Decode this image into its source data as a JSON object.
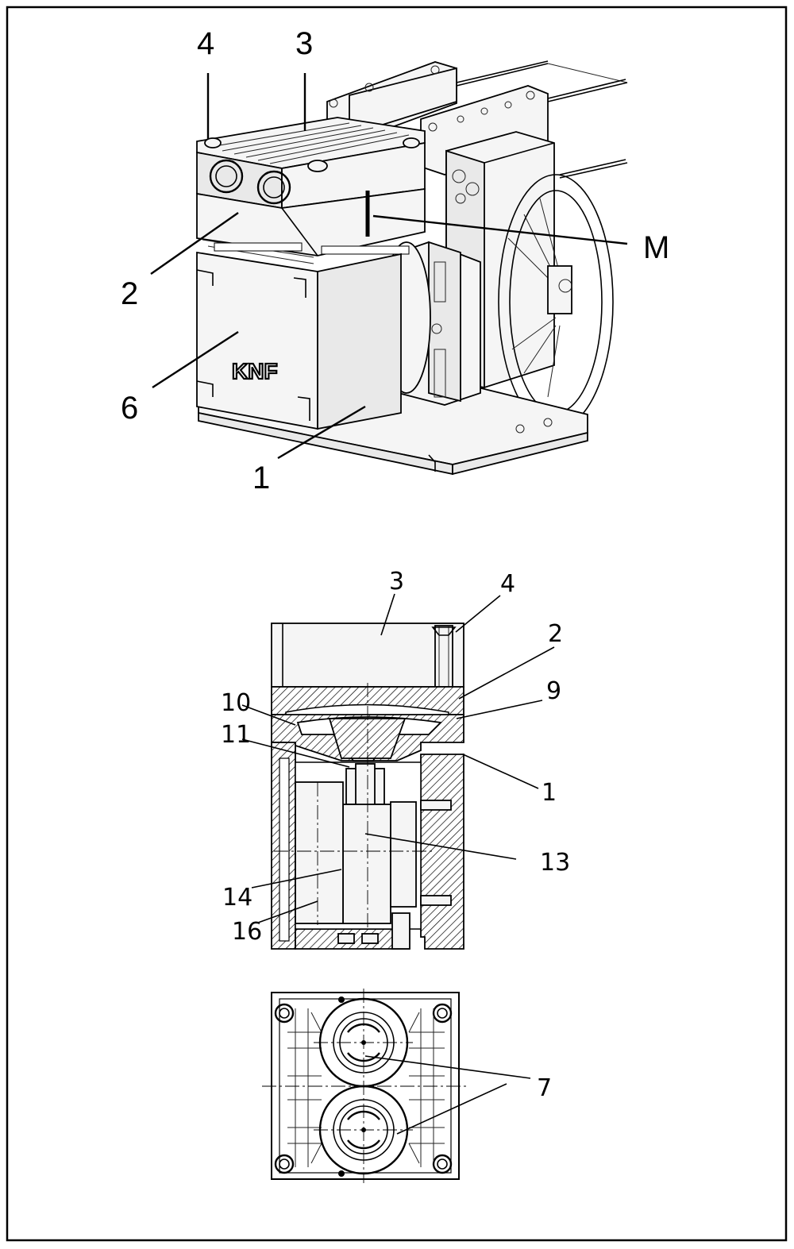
{
  "figure_top": {
    "labels": [
      "4",
      "3",
      "M",
      "2",
      "6",
      "1"
    ],
    "logo": "KNF"
  },
  "figure_section": {
    "labels": [
      "3",
      "4",
      "2",
      "10",
      "9",
      "11",
      "1",
      "13",
      "14",
      "16"
    ]
  },
  "figure_bottom": {
    "labels": [
      "7"
    ]
  }
}
